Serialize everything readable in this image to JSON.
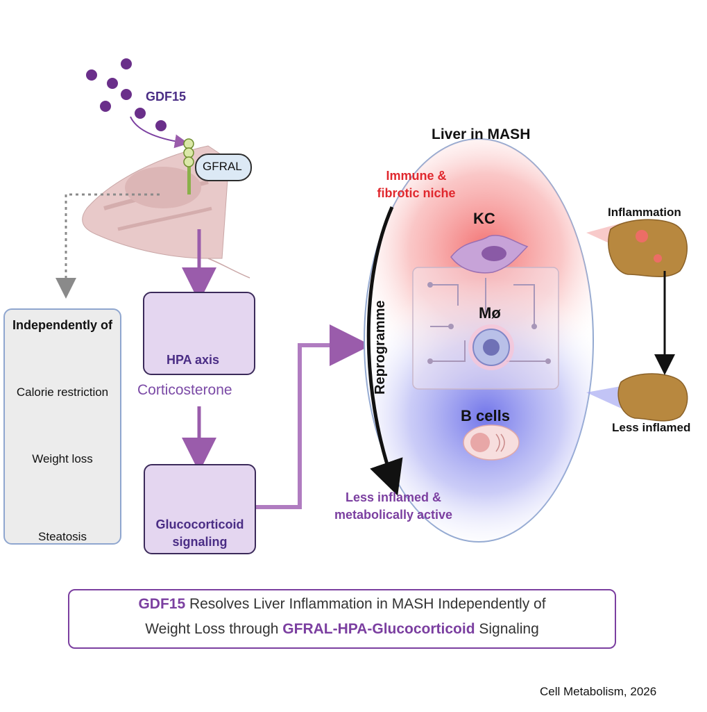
{
  "ligand": {
    "name": "GDF15",
    "color": "#6a3d9a"
  },
  "receptor": {
    "name": "GFRAL"
  },
  "pathway": {
    "hpa_label": "HPA axis",
    "hormone": "Corticosterone",
    "gc_label_line1": "Glucocorticoid",
    "gc_label_line2": "signaling"
  },
  "independent_panel": {
    "title": "Independently of",
    "items": [
      {
        "label": "Calorie restriction",
        "icon": "crossed-food-icon"
      },
      {
        "label": "Weight loss",
        "icon": "mouse-icon"
      },
      {
        "label": "Steatosis",
        "icon": "steatosis-tissue-icon"
      }
    ]
  },
  "liver": {
    "title": "Liver in MASH",
    "niche_line1": "Immune &",
    "niche_line2": "fibrotic niche",
    "reprogram": "Reprogramme",
    "kc": "KC",
    "macrophage": "Mø",
    "bcells": "B cells",
    "outcome_line1": "Less inflamed &",
    "outcome_line2": "metabolically active"
  },
  "organ_states": {
    "before": "Inflammation",
    "after": "Less inflamed"
  },
  "summary": {
    "part1": "GDF15",
    "part2": " Resolves Liver Inflammation in MASH Independently of",
    "part3": "Weight Loss through ",
    "part4": "GFRAL-HPA-Glucocorticoid",
    "part5": " Signaling"
  },
  "citation": "Cell Metabolism, 2026",
  "colors": {
    "purple_accent": "#7b3fa0",
    "pathway_arrow": "#9a5cab",
    "inflamed_red": "#f26a6a",
    "resolved_blue": "#6a6ee8",
    "box_fill": "#e4d6f0",
    "box_border": "#3b2a5a"
  }
}
